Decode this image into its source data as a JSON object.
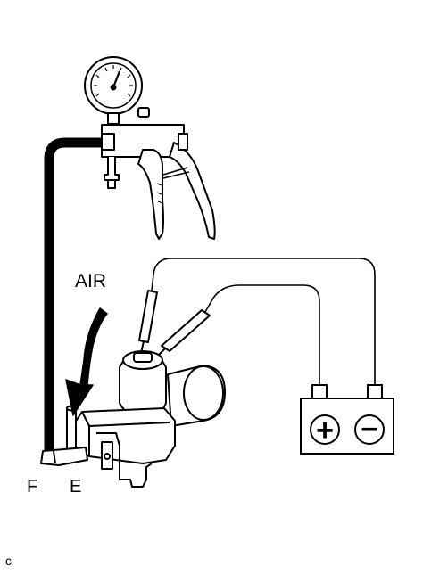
{
  "labels": {
    "air": "AIR",
    "port_f": "F",
    "port_e": "E",
    "corner_code": "c",
    "battery_positive": "+",
    "battery_negative": "−"
  },
  "colors": {
    "line": "#000000",
    "fill": "#ffffff",
    "hose": "#000000"
  }
}
